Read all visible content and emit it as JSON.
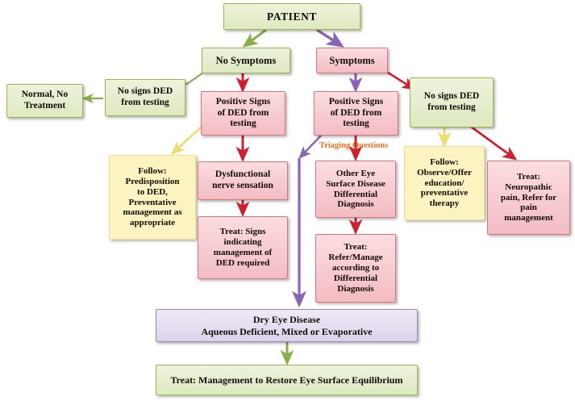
{
  "diagram": {
    "title": "Dry Eye Disease diagnostic and management flowchart",
    "colors": {
      "green_fill": "#e4edc9",
      "green_border": "#9bb550",
      "pink_fill": "#f6cbd1",
      "pink_border": "#e0717f",
      "yellow_fill": "#fbf3c0",
      "yellow_border": "#efe08f",
      "purple_fill": "#e4dcef",
      "purple_border": "#9b83bd",
      "arrow_green": "#8cad4e",
      "arrow_purple": "#8b63b5",
      "arrow_red": "#cf2030",
      "arrow_yellow": "#f0df7a",
      "label_orange": "#e2711d"
    }
  },
  "nodes": {
    "patient": {
      "label": "PATIENT"
    },
    "no_symptoms": {
      "label": "No Symptoms"
    },
    "symptoms": {
      "label": "Symptoms"
    },
    "no_signs_left": {
      "line1": "No signs DED",
      "line2": "from testing"
    },
    "normal_no_treatment": {
      "line1": "Normal, No",
      "line2": "Treatment"
    },
    "positive_signs_left": {
      "line1": "Positive Signs",
      "line2": "of DED from",
      "line3": "testing"
    },
    "positive_signs_right": {
      "line1": "Positive Signs",
      "line2": "of DED from",
      "line3": "testing"
    },
    "no_signs_right": {
      "line1": "No signs DED",
      "line2": "from testing"
    },
    "follow_predisposition": {
      "line1": "Follow:",
      "line2": "Predisposition",
      "line3": "to DED,",
      "line4": "Preventative",
      "line5": "management as",
      "line6": "appropriate"
    },
    "dysfunctional_nerve": {
      "line1": "Dysfunctional",
      "line2": "nerve sensation"
    },
    "treat_signs_ded": {
      "line1": "Treat: Signs",
      "line2": "indicating",
      "line3": "management of",
      "line4": "DED required"
    },
    "other_eye_surface": {
      "line1": "Other Eye",
      "line2": "Surface Disease",
      "line3": "Differential",
      "line4": "Diagnosis"
    },
    "treat_refer_manage": {
      "line1": "Treat:",
      "line2": "Refer/Manage",
      "line3": "according to",
      "line4": "Differential",
      "line5": "Diagnosis"
    },
    "follow_observe": {
      "line1": "Follow:",
      "line2": "Observe/Offer",
      "line3": "education/",
      "line4": "preventative",
      "line5": "therapy"
    },
    "treat_neuropathic": {
      "line1": "Treat:",
      "line2": "Neuropathic",
      "line3": "pain, Refer for",
      "line4": "pain",
      "line5": "management"
    },
    "dry_eye_disease": {
      "line1": "Dry Eye Disease",
      "line2": "Aqueous Deficient, Mixed or Evaporative"
    },
    "treat_management": {
      "label": "Treat: Management to Restore Eye Surface Equilibrium"
    }
  },
  "edge_labels": {
    "triaging_questions": "Triaging  Questions"
  }
}
